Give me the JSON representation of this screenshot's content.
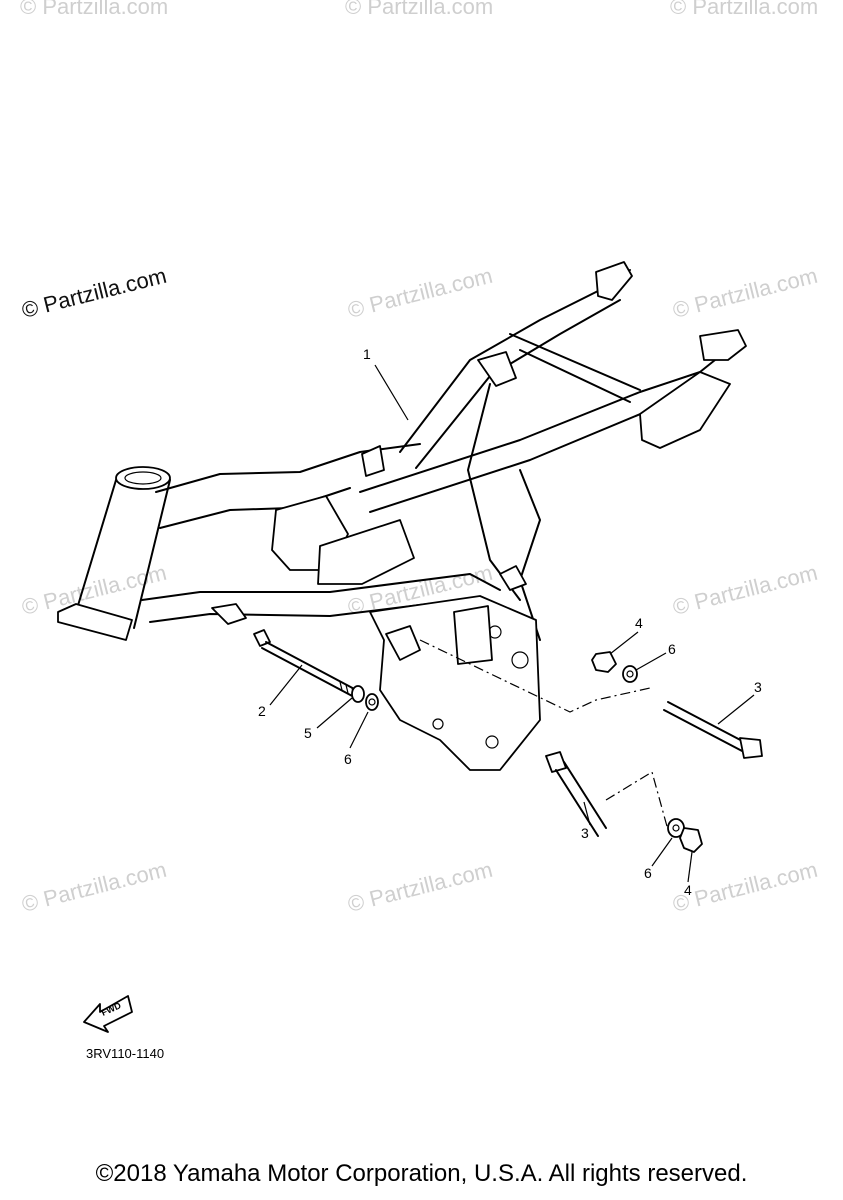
{
  "watermark": {
    "text": "© Partzilla.com"
  },
  "callouts": {
    "frame": "1",
    "bolt_left": "2",
    "bolt_right_upper": "3",
    "bolt_right_lower": "3",
    "nut_upper": "4",
    "nut_lower": "4",
    "washer_left": "5",
    "washer_left_plain": "6",
    "washer_upper": "6",
    "washer_lower": "6"
  },
  "forward_arrow": {
    "label": "FWD"
  },
  "diagram_code": "3RV110-1140",
  "copyright": "©2018 Yamaha Motor Corporation, U.S.A. All rights reserved."
}
